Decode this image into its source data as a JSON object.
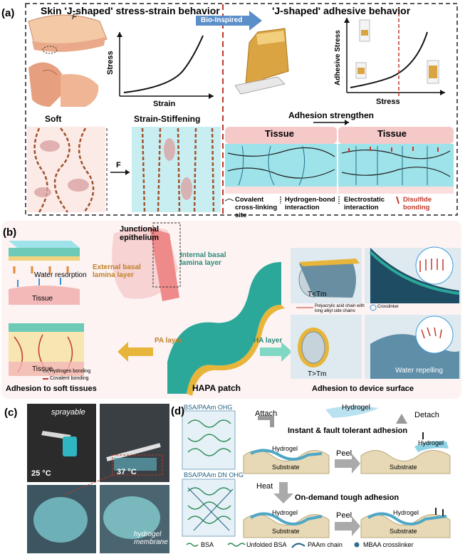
{
  "panel_a": {
    "label": "(a)",
    "left_title": "Skin 'J-shaped' stress-strain behavior",
    "right_title": "'J-shaped' adhesive behavior",
    "arrow_label": "Bio-Inspired",
    "force_symbol": "F",
    "left_chart": {
      "ylabel": "Stress",
      "xlabel": "Strain"
    },
    "right_chart": {
      "ylabel": "Adhesive Stress",
      "xlabel": "Stress"
    },
    "soft_label": "Soft",
    "stiff_label": "Strain-Stiffening",
    "adhesion_label": "Adhesion strengthen",
    "tissue_label": "Tissue",
    "legend": [
      {
        "label": "Covalent cross-linking site"
      },
      {
        "label": "Hydrogen-bond interaction"
      },
      {
        "label": "Electrostatic interaction"
      },
      {
        "label": "Disulfide bonding"
      }
    ]
  },
  "panel_b": {
    "label": "(b)",
    "junctional": "Junctional epithelium",
    "internal": "Internal basal lamina layer",
    "external": "External basal lamina layer",
    "water_resorption": "Water resorption",
    "tissue": "Tissue",
    "pa_layer": "PA layer",
    "ha_layer": "HA layer",
    "hydrogen_bonding": "Hydrogen bonding",
    "covalent_bonding": "Covalent bonding",
    "hapa_patch": "HAPA patch",
    "adhesion_soft": "Adhesion to soft tissues",
    "adhesion_device": "Adhesion to device surface",
    "t_lt": "T<Tm",
    "t_gt": "T>Tm",
    "polyacrylic": "Polyacrylic acid chain with long alkyl side chains",
    "crosslinker": "Crosslinker",
    "water_repelling": "Water repelling"
  },
  "panel_c": {
    "label": "(c)",
    "sprayable": "sprayable",
    "temp1": "25 °C",
    "temp2": "37 °C",
    "membrane": "hydrogel membrane"
  },
  "panel_d": {
    "label": "(d)",
    "ohg": "BSA/PAAm OHG",
    "dn_ohg": "BSA/PAAm DN OHG",
    "attach": "Attach",
    "detach": "Detach",
    "hydrogel": "Hydrogel",
    "instant": "Instant & fault tolerant adhesion",
    "substrate": "Substrate",
    "peel": "Peel",
    "heat": "Heat",
    "on_demand": "On-demand tough adhesion",
    "legend_bsa": "BSA",
    "legend_unfolded": "Unfolded BSA",
    "legend_paam": "PAAm chain",
    "legend_mbaa": "MBAA crosslinker"
  },
  "colors": {
    "red_dash": "#c0392b",
    "arrow_blue": "#5b8fc9",
    "tissue_pink": "#f6c9c9",
    "hydrogel_cyan": "#9fe3ea",
    "patch_teal": "#2ba89a",
    "patch_yellow": "#e7b53a"
  }
}
